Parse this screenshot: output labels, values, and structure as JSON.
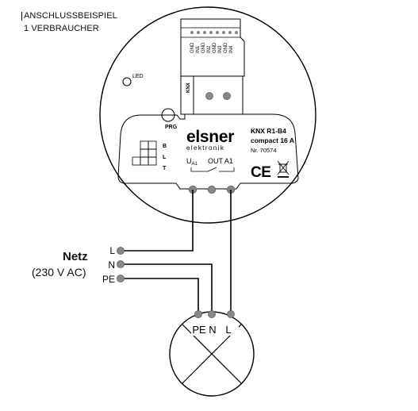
{
  "caption": {
    "line1": "ANSCHLUSSBEISPIEL",
    "line2": "1 VERBRAUCHER"
  },
  "device": {
    "led_label": "LED",
    "prg_label": "PRG",
    "knx_label": "KNX",
    "brand": "elsner",
    "brand_sub": "elektronik",
    "model": "KNX R1-B4",
    "variant": "compact 16 A",
    "number": "Nr. 70574",
    "ua_label": "U",
    "ua_sub": "A1",
    "out_label": "OUT A1",
    "switch_rows": [
      "B",
      "L",
      "T"
    ],
    "ce_mark": "CE",
    "pin_labels": [
      "GND",
      "IN1",
      "GND",
      "IN2",
      "GND",
      "IN3",
      "GND",
      "IN4"
    ]
  },
  "supply": {
    "title": "Netz",
    "subtitle": "(230 V AC)",
    "terminals": [
      "L",
      "N",
      "PE"
    ]
  },
  "load": {
    "terminals": [
      "PE",
      "N",
      "L"
    ]
  }
}
